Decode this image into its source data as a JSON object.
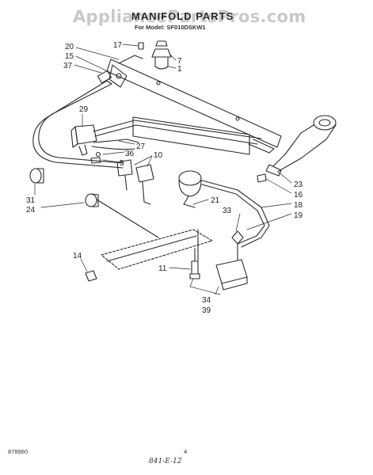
{
  "header": {
    "watermark": "AppliancePartsPros.com",
    "title": "MANIFOLD PARTS",
    "subtitle": "For Model: SF010DSKW1"
  },
  "footer": {
    "doc_number": "878960",
    "page_number": "4",
    "handwritten_note": "841-E-12"
  },
  "callouts": [
    "20",
    "15",
    "37",
    "17",
    "7",
    "1",
    "29",
    "27",
    "36",
    "10",
    "5",
    "31",
    "24",
    "23",
    "16",
    "21",
    "18",
    "33",
    "19",
    "14",
    "11",
    "34",
    "39"
  ],
  "colors": {
    "ink": "#222222",
    "watermark": "#c9c9c9"
  }
}
